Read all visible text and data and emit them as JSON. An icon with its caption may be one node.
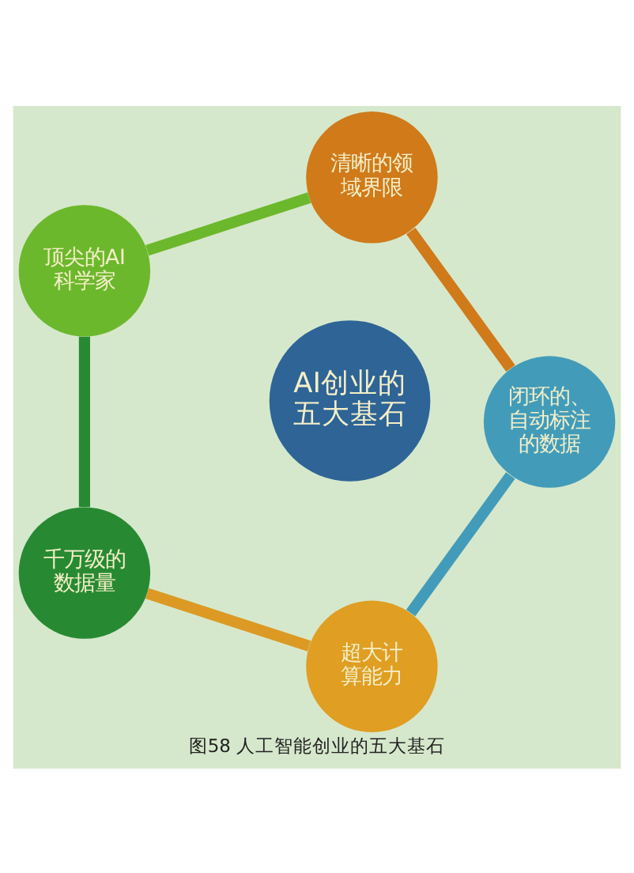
{
  "diagram": {
    "caption": "图58 人工智能创业的五大基石",
    "nodes": [
      {
        "text": [
          "清晰的领域界限"
        ]
      },
      {
        "text": [
          "顶尖的AI科学家"
        ]
      },
      {
        "text": [
          "AI创业的五大基石"
        ]
      },
      {
        "text": [
          "闭环的、自动标注的数据"
        ]
      },
      {
        "text": [
          "千万级的数据量"
        ]
      },
      {
        "text": [
          "超大计算能力"
        ]
      }
    ],
    "edges": [
      {
        "from": 0,
        "to": 3,
        "arrow": "none",
        "color": "#d07a1a"
      },
      {
        "from": 3,
        "to": 5,
        "arrow": "none",
        "color": "#429cb9"
      },
      {
        "from": 5,
        "to": 4,
        "arrow": "none",
        "color": "#dc9a24"
      },
      {
        "from": 4,
        "to": 1,
        "arrow": "none",
        "color": "#278a32"
      },
      {
        "from": 1,
        "to": 0,
        "arrow": "none",
        "color": "#6cb82c"
      }
    ]
  }
}
